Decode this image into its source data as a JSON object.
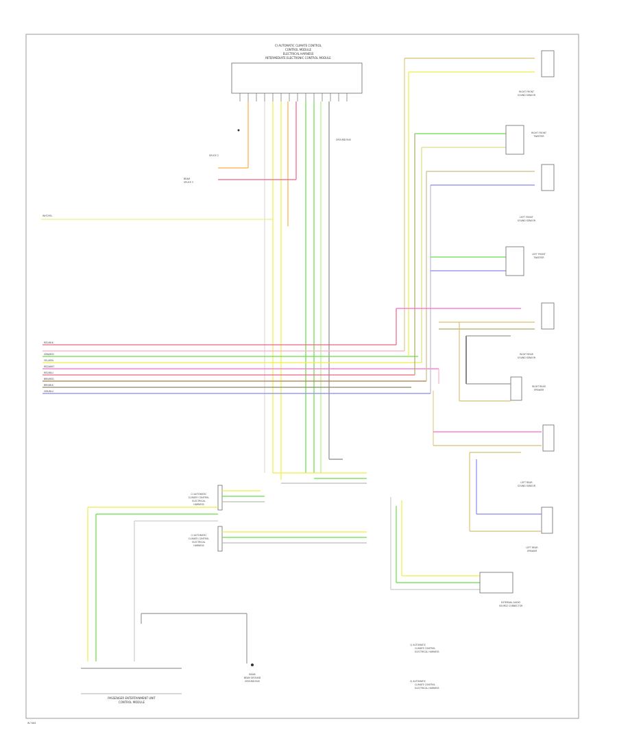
{
  "footer_code": "W-7464",
  "labels": {
    "top_module_1": "CI AUTOMATIC CLIMATE CONTROL",
    "top_module_2": "CONTROL MODULE",
    "top_module_3": "ELECTRICAL HARNESS",
    "top_module_4": "INTERMEDIATE ELECTRONIC CONTROL MODULE",
    "splice_top": "SPLICE 2",
    "splice_left_1": "BEAM",
    "splice_left_2": "SPLICE 3",
    "ground_top": "GROUND BUS",
    "right_front_sound_sensor_1": "RIGHT FRONT",
    "right_front_sound_sensor_2": "SOUND SENSOR",
    "right_front_tweeter_1": "RIGHT FRONT",
    "right_front_tweeter_2": "TWEETER",
    "left_front_sound_sensor_1": "LEFT FRONT",
    "left_front_sound_sensor_2": "SOUND SENSOR",
    "left_front_tweeter_1": "LEFT FRONT",
    "left_front_tweeter_2": "TWEETER",
    "right_rear_sound_sensor_1": "RIGHT REAR",
    "right_rear_sound_sensor_2": "SOUND SENSOR",
    "right_rear_speaker_1": "RIGHT REAR",
    "right_rear_speaker_2": "SPEAKER",
    "left_rear_sound_sensor_1": "LEFT REAR",
    "left_rear_sound_sensor_2": "SOUND SENSOR",
    "left_rear_speaker_1": "LEFT REAR",
    "left_rear_speaker_2": "SPEAKER",
    "mid_module_1": "CI AUTOMATIC",
    "mid_module_2": "CLIMATE CONTROL",
    "mid_module_3": "ELECTRICAL",
    "mid_module_4": "HARNESS",
    "mid_module_5": "CI AUTOMATIC",
    "mid_module_6": "CLIMATE CONTROL",
    "mid_module_7": "ELECTRICAL",
    "mid_module_8": "HARNESS",
    "external_audio_1": "EXTERNAL AUDIO",
    "external_audio_2": "SOURCE CONNECTOR",
    "bottom_module_1": "PASSENGER ENTERTAINMENT UNIT",
    "bottom_module_2": "CONTROL MODULE",
    "ground_bottom_1": "BEAM",
    "ground_bottom_2": "BEAM GROUND",
    "ground_bottom_3": "GROUND BUS",
    "note_1a": "1) AUTOMATIC",
    "note_1b": "CLIMATE CONTROL",
    "note_1c": "ELECTRICAL HARNESS",
    "note_2a": "2) AUTOMATIC",
    "note_2b": "CLIMATE CONTROL",
    "note_2c": "ELECTRICAL HARNESS",
    "wire_left_top": "WHT/YEL"
  },
  "left_wire_tags": [
    "RED/BLK",
    "GRN/RED",
    "YEL/GRN",
    "RED/WHT",
    "RED/BLU",
    "BRN/RED",
    "BRN/BLK",
    "GRA/BLU"
  ],
  "colors": {
    "red": "#f06080",
    "pink": "#ff66cc",
    "green": "#66dd44",
    "yellow": "#eeee44",
    "orange": "#ffaa44",
    "tan": "#d8c070",
    "gray": "#bbbbbb",
    "blue": "#8888ee",
    "black": "#333333"
  }
}
